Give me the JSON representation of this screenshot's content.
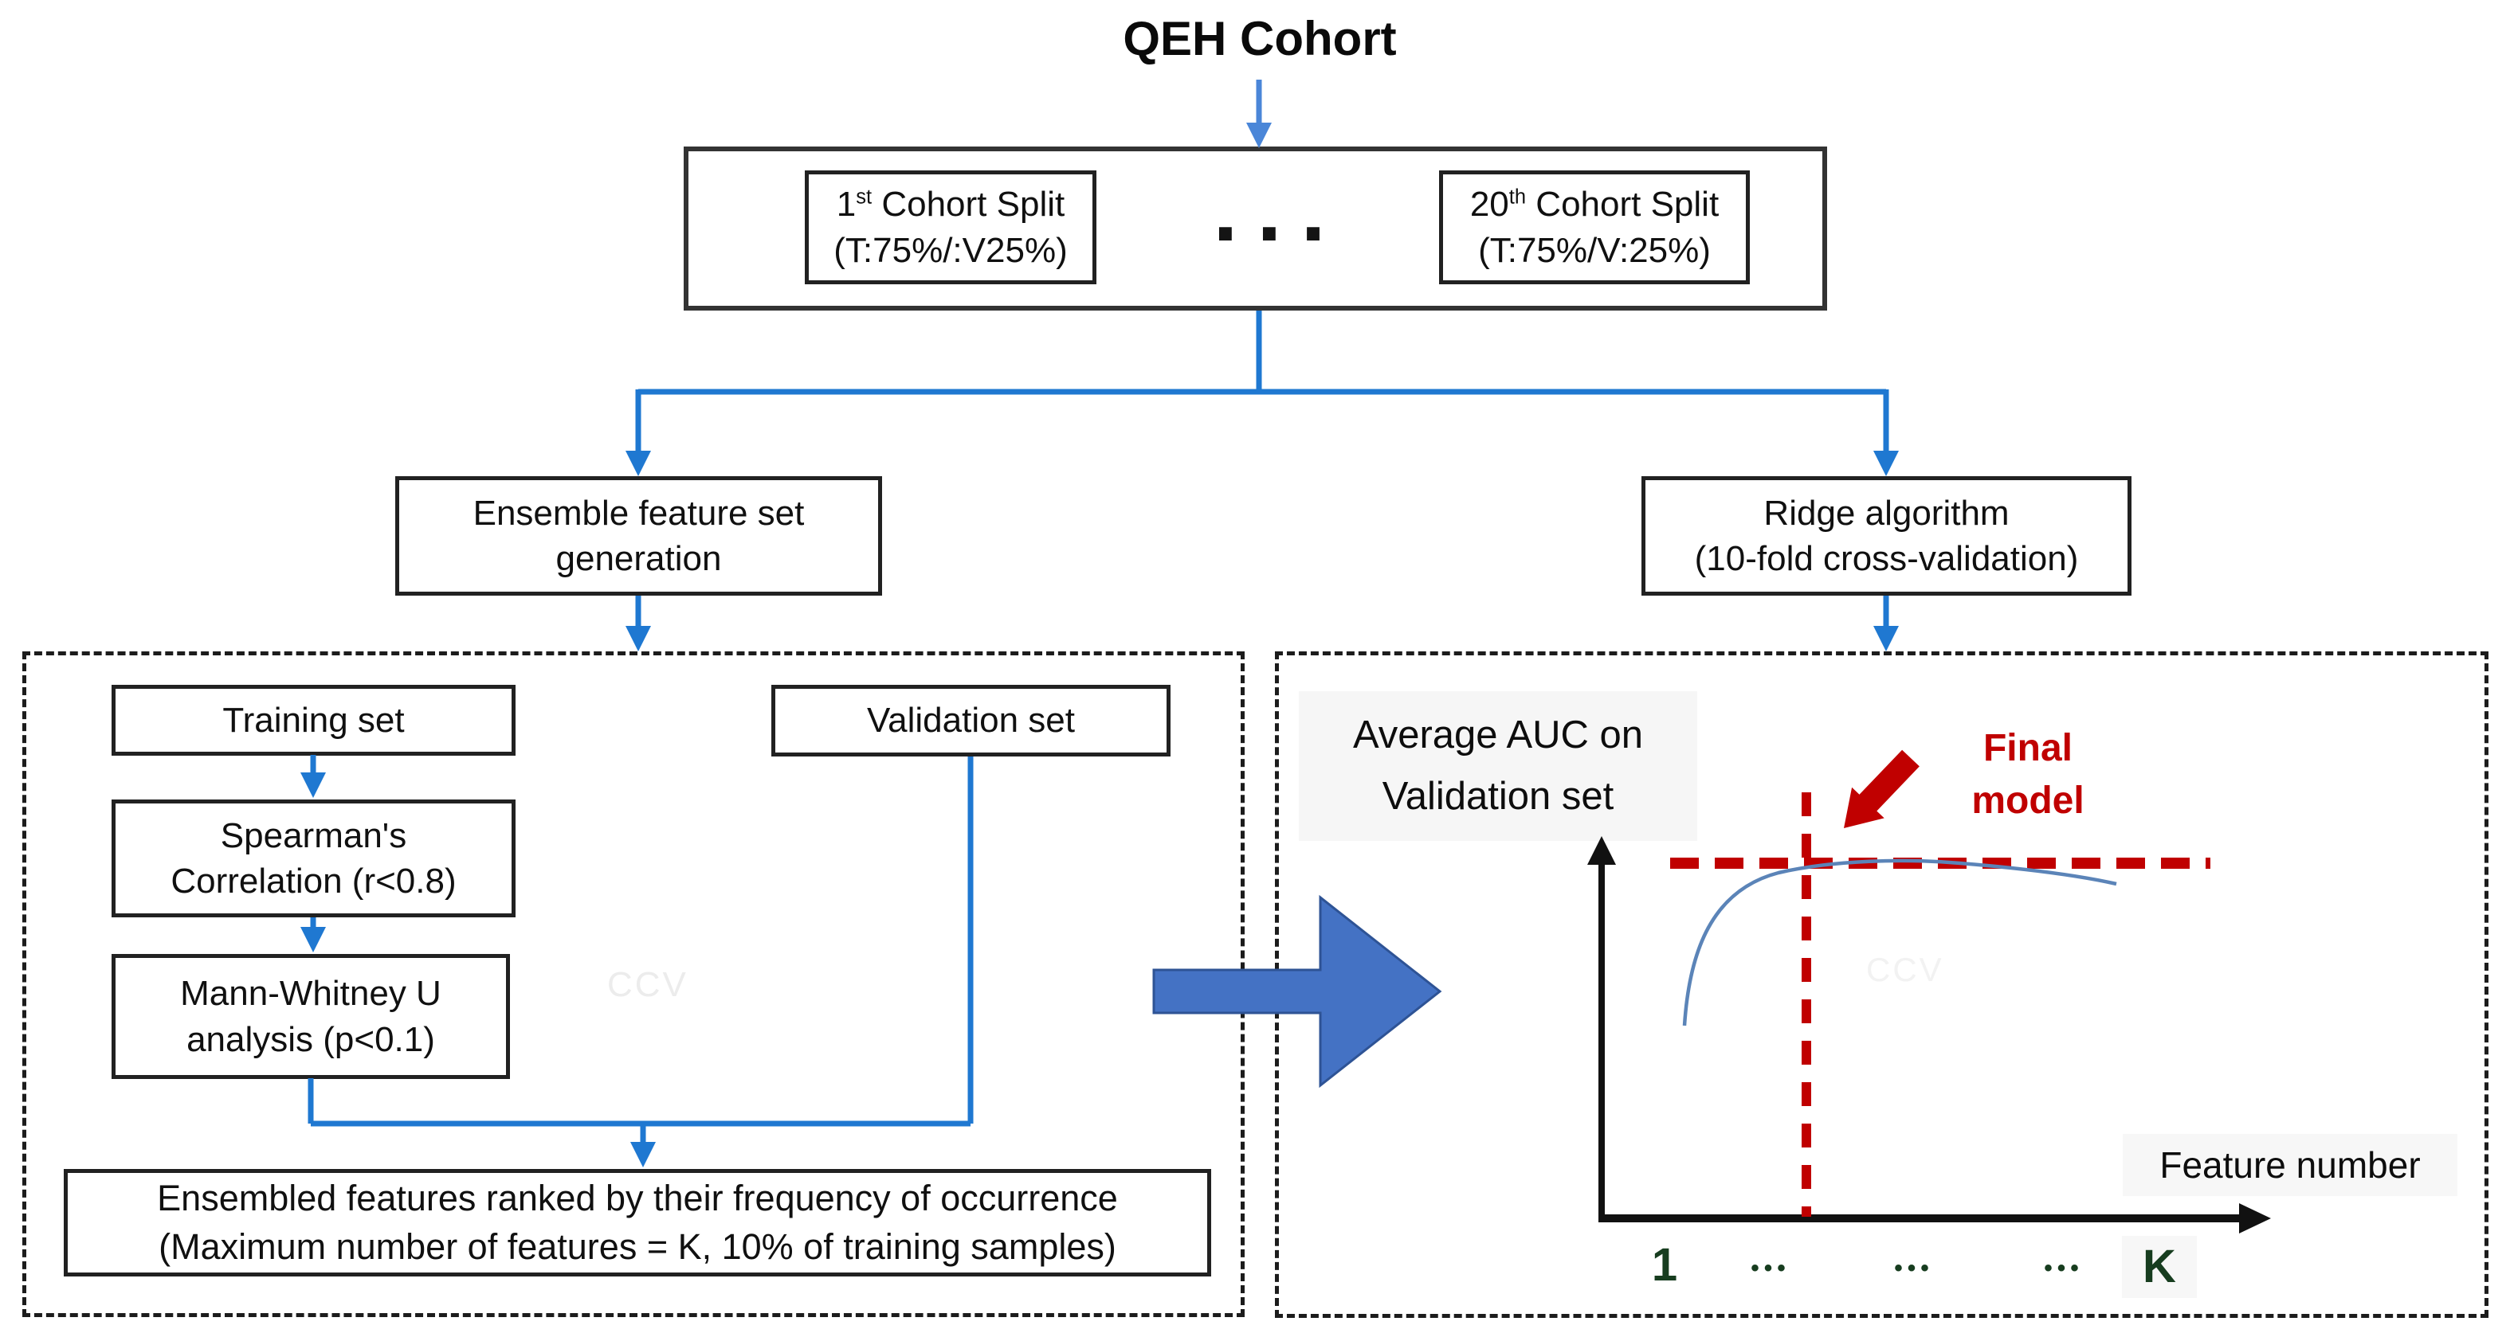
{
  "title": "QEH Cohort",
  "colors": {
    "connector_blue": "#1f78d1",
    "title_arrow_blue": "#4a86d8",
    "block_arrow_fill": "#4472c4",
    "block_arrow_border": "#2e5395",
    "accent_red": "#c00000",
    "curve_blue": "#5b84b8",
    "axis_black": "#111111",
    "tick_green": "#173d1f",
    "watermark_gray": "#ececec"
  },
  "split_section": {
    "first_split": {
      "base": "1",
      "sup": "st",
      "rest": " Cohort Split",
      "detail": "(T:75%/:V25%)"
    },
    "ellipsis": "...",
    "last_split": {
      "base": "20",
      "sup": "th",
      "rest": " Cohort Split",
      "detail": "(T:75%/V:25%)"
    }
  },
  "ensemble_box": {
    "line1": "Ensemble feature set",
    "line2": "generation"
  },
  "ridge_box": {
    "line1": "Ridge algorithm",
    "line2": "(10-fold cross-validation)"
  },
  "left_panel": {
    "training_box": "Training set",
    "validation_box": "Validation set",
    "spearman_box": {
      "line1": "Spearman's",
      "line2": "Correlation (r<0.8)"
    },
    "mann_whitney_box": {
      "line1": "Mann-Whitney U",
      "line2": "analysis (p<0.1)"
    },
    "ensembled_features_box": {
      "line1": "Ensembled features ranked by their frequency of occurrence",
      "line2": "(Maximum number of features = K, 10% of training samples)"
    },
    "watermark": "CCV"
  },
  "right_panel": {
    "y_axis_label": {
      "line1": "Average AUC on",
      "line2": "Validation set"
    },
    "final_model_label": {
      "line1": "Final",
      "line2": "model"
    },
    "x_axis_label": "Feature number",
    "tick_first": "1",
    "tick_dots": "•••",
    "tick_last": "K",
    "watermark": "CCV"
  }
}
